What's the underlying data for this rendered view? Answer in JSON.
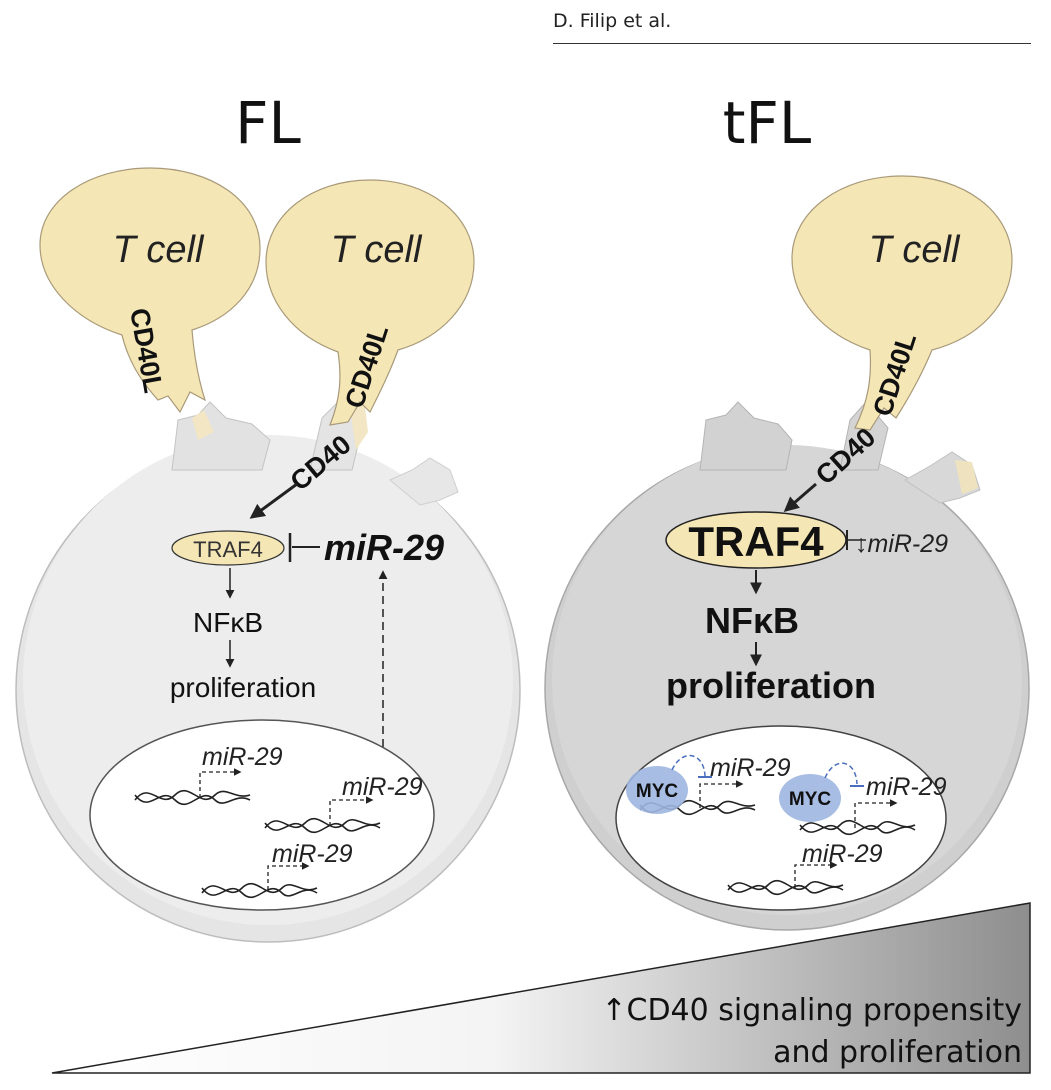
{
  "header": {
    "author": "D. Filip et al."
  },
  "left_panel": {
    "title": "FL",
    "tcell_label": "T cell",
    "ligand_label": "CD40L",
    "receptor_label": "CD40",
    "traf4": "TRAF4",
    "mirna": "miR-29",
    "nfkb": "NFκB",
    "proliferation": "proliferation"
  },
  "right_panel": {
    "title": "tFL",
    "tcell_label": "T cell",
    "ligand_label": "CD40L",
    "receptor_label": "CD40",
    "traf4": "TRAF4",
    "mirna": "↓miR-29",
    "nfkb": "NFκB",
    "proliferation": "proliferation",
    "myc": "MYC",
    "gene_label": "miR-29"
  },
  "gradient_caption": {
    "line1": "↑CD40 signaling propensity",
    "line2": "and proliferation"
  },
  "colors": {
    "tcell_fill": "#f5e6b5",
    "fl_cell": "#ececec",
    "tfl_cell": "#d3d3d3",
    "nucleus": "#ffffff",
    "myc_fill": "#9fb6e0",
    "inhibit_dash": "#4a6fbf"
  }
}
